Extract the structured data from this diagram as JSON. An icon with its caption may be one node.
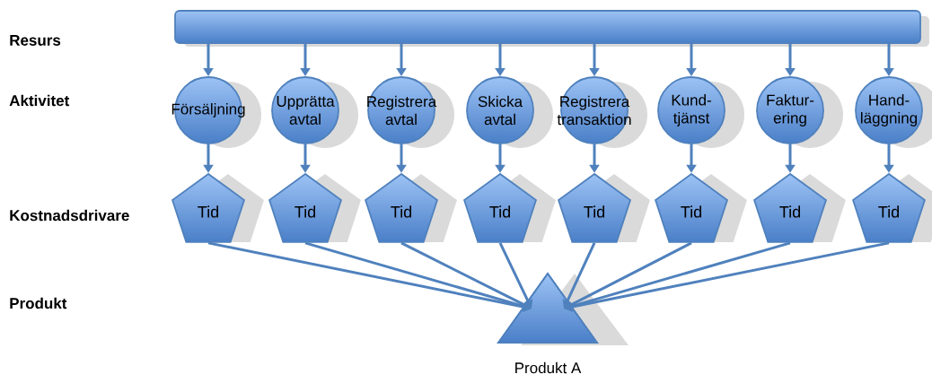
{
  "diagram": {
    "nodes": [
      {
        "text": [],
        "shape": "bar"
      },
      {
        "text": [
          "Försäljning"
        ]
      },
      {
        "text": [
          "Upprätta avtal"
        ]
      },
      {
        "text": [
          "Registrera avtal"
        ]
      },
      {
        "text": [
          "Skicka avtal"
        ]
      },
      {
        "text": [
          "Registrera transaktion"
        ]
      },
      {
        "text": [
          "Kund- tjänst"
        ]
      },
      {
        "text": [
          "Faktur- ering"
        ]
      },
      {
        "text": [
          "Hand- läggning"
        ]
      },
      {
        "text": [
          "Tid"
        ]
      },
      {
        "text": [
          "Tid"
        ]
      },
      {
        "text": [
          "Tid"
        ]
      },
      {
        "text": [
          "Tid"
        ]
      },
      {
        "text": [
          "Tid"
        ]
      },
      {
        "text": [
          "Tid"
        ]
      },
      {
        "text": [
          "Tid"
        ]
      },
      {
        "text": [
          "Tid"
        ]
      },
      {
        "text": [
          "Produkt A"
        ]
      }
    ],
    "edges": [
      {
        "from": 0,
        "to": 1,
        "arrow": "to"
      },
      {
        "from": 0,
        "to": 2,
        "arrow": "to"
      },
      {
        "from": 0,
        "to": 3,
        "arrow": "to"
      },
      {
        "from": 0,
        "to": 4,
        "arrow": "to"
      },
      {
        "from": 0,
        "to": 5,
        "arrow": "to"
      },
      {
        "from": 0,
        "to": 6,
        "arrow": "to"
      },
      {
        "from": 0,
        "to": 7,
        "arrow": "to"
      },
      {
        "from": 0,
        "to": 8,
        "arrow": "to"
      },
      {
        "from": 1,
        "to": 9,
        "arrow": "to"
      },
      {
        "from": 2,
        "to": 10,
        "arrow": "to"
      },
      {
        "from": 3,
        "to": 11,
        "arrow": "to"
      },
      {
        "from": 4,
        "to": 12,
        "arrow": "to"
      },
      {
        "from": 5,
        "to": 13,
        "arrow": "to"
      },
      {
        "from": 6,
        "to": 14,
        "arrow": "to"
      },
      {
        "from": 7,
        "to": 15,
        "arrow": "to"
      },
      {
        "from": 8,
        "to": 16,
        "arrow": "to"
      },
      {
        "from": 9,
        "to": 17,
        "arrow": "to"
      },
      {
        "from": 10,
        "to": 17,
        "arrow": "to"
      },
      {
        "from": 11,
        "to": 17,
        "arrow": "to"
      },
      {
        "from": 12,
        "to": 17,
        "arrow": "to"
      },
      {
        "from": 13,
        "to": 17,
        "arrow": "to"
      },
      {
        "from": 14,
        "to": 17,
        "arrow": "to"
      },
      {
        "from": 15,
        "to": 17,
        "arrow": "to"
      },
      {
        "from": 16,
        "to": 17,
        "arrow": "to"
      }
    ],
    "labels": [
      "Resurs",
      "Aktivitet",
      "Kostnadsdrivare",
      "Produkt"
    ]
  }
}
